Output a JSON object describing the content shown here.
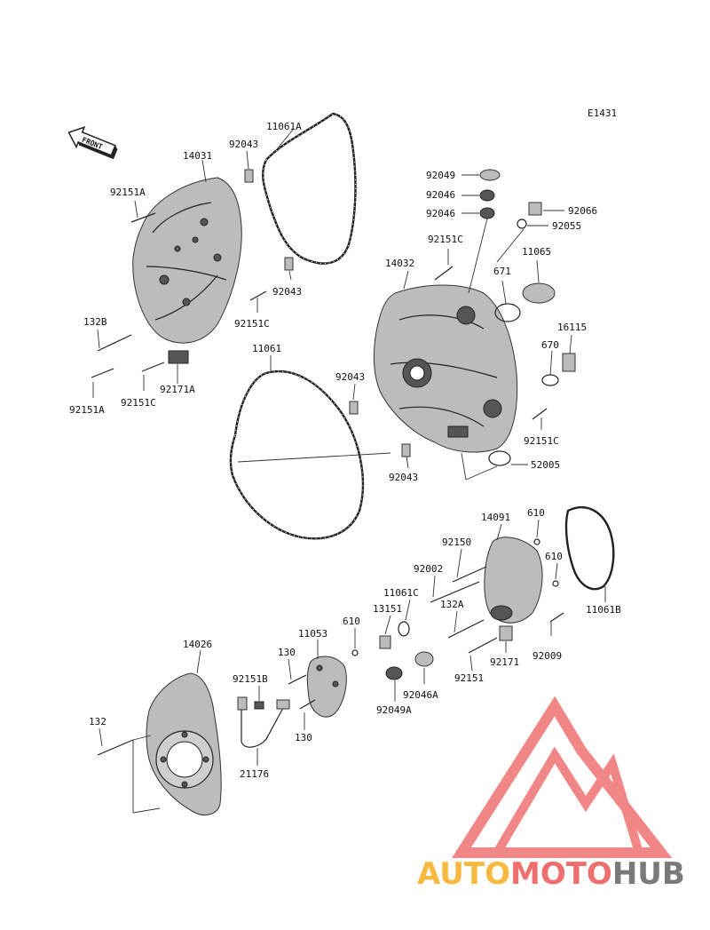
{
  "diagram_code": "E1431",
  "front_label": "FRONT",
  "part_labels": [
    "11061A",
    "92043",
    "14031",
    "92151A",
    "92043",
    "92151C",
    "132B",
    "92151A",
    "92151C",
    "92171A",
    "92049",
    "92046",
    "92046",
    "92066",
    "92055",
    "92151C",
    "14032",
    "671",
    "11065",
    "16115",
    "670",
    "11061",
    "92043",
    "92151C",
    "92043",
    "52005",
    "14091",
    "610",
    "92150",
    "610",
    "92002",
    "11061C",
    "132A",
    "13151",
    "11061B",
    "92009",
    "92171",
    "92151",
    "610",
    "11053",
    "14026",
    "130",
    "92151B",
    "92046A",
    "92049A",
    "132",
    "130",
    "21176"
  ],
  "watermark": {
    "text_left": "AUTO",
    "text_mid": "MOTO",
    "text_right": "HUB",
    "colors": {
      "left": "#f7b93f",
      "mid": "#ef6f6f",
      "right": "#7a7a7a",
      "logo": "#f07a7a"
    }
  }
}
